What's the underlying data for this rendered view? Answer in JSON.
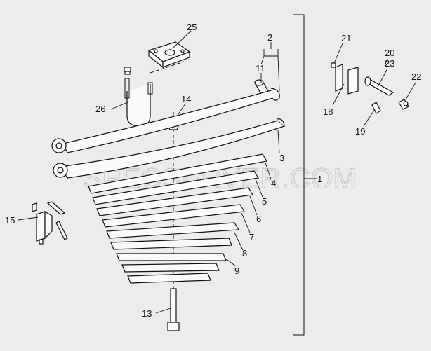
{
  "watermark": "SPECSERVER.COM",
  "callouts": [
    "1",
    "2",
    "3",
    "4",
    "5",
    "6",
    "7",
    "8",
    "9",
    "11",
    "13",
    "14",
    "15",
    "18",
    "19",
    "20",
    "21",
    "22",
    "23",
    "25",
    "26"
  ]
}
